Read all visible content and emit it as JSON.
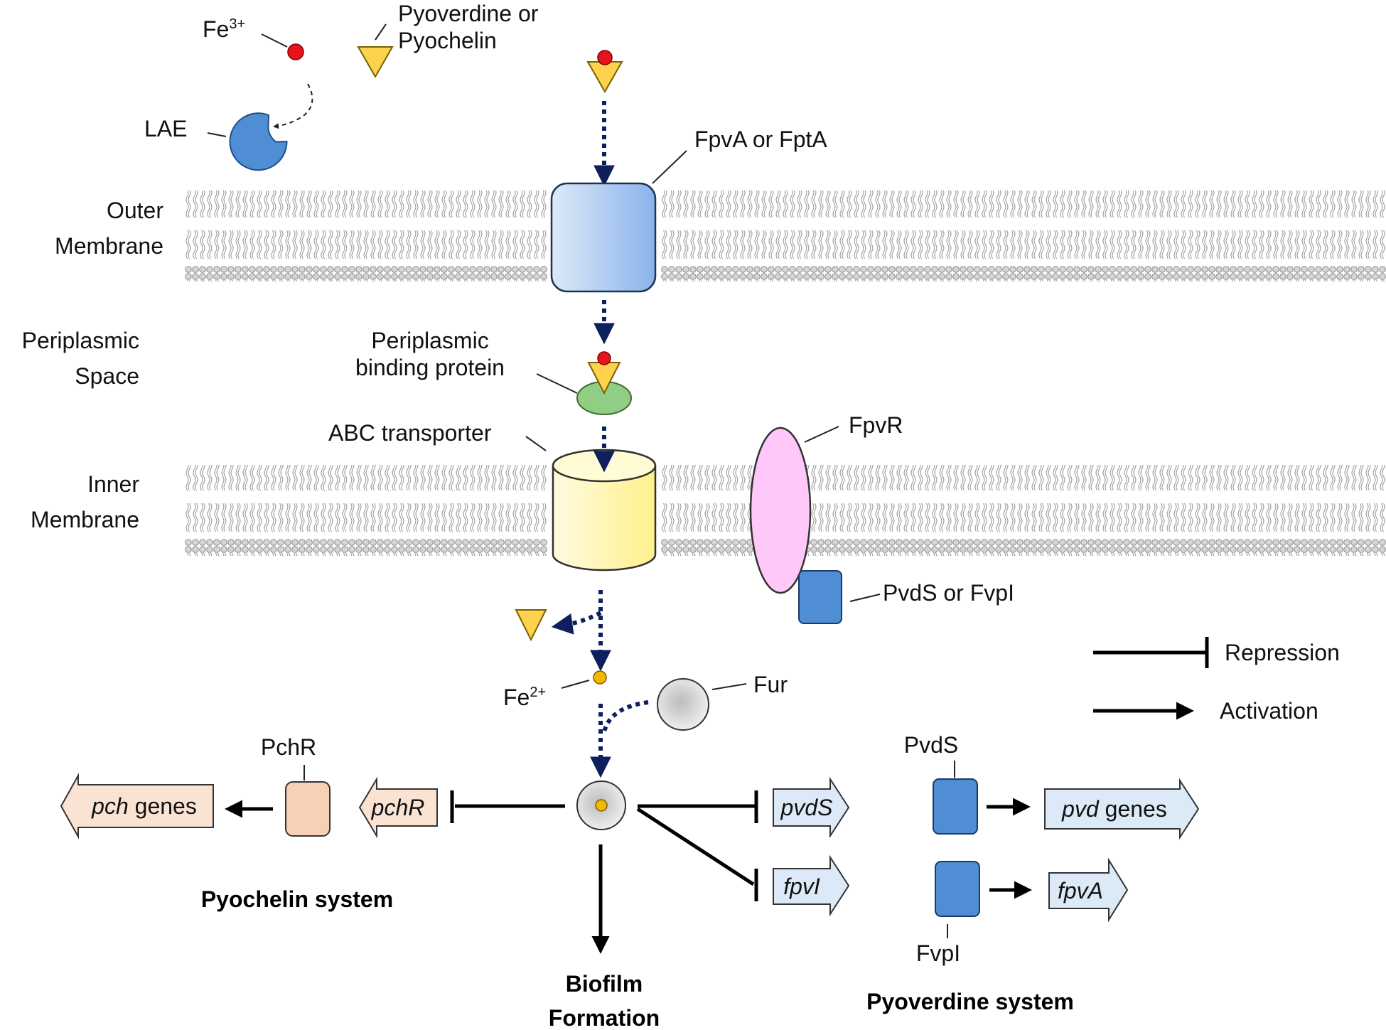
{
  "labels": {
    "fe3_base": "Fe",
    "fe3_sup": "3+",
    "siderophore_line1": "Pyoverdine or",
    "siderophore_line2": "Pyochelin",
    "lae": "LAE",
    "receptor": "FpvA or FptA",
    "outer_membrane_line1": "Outer",
    "outer_membrane_line2": "Membrane",
    "periplasm_line1": "Periplasmic",
    "periplasm_line2": "Space",
    "pbp_line1": "Periplasmic",
    "pbp_line2": "binding protein",
    "abc": "ABC transporter",
    "fpvr": "FpvR",
    "inner_membrane_line1": "Inner",
    "inner_membrane_line2": "Membrane",
    "sigma": "PvdS or FvpI",
    "fe2_base": "Fe",
    "fe2_sup": "2+",
    "fur": "Fur",
    "pchr_protein": "PchR",
    "pch_genes_italic": "pch",
    "pch_genes_rest": " genes",
    "pchr_gene": "pchR",
    "pvds_gene": "pvdS",
    "fpvi_gene": "fpvI",
    "pvds_protein": "PvdS",
    "pvd_genes_italic": "pvd",
    "pvd_genes_rest": " genes",
    "fpvi_protein": "FvpI",
    "fpva_gene": "fpvA",
    "pyochelin_system": "Pyochelin system",
    "biofilm_line1": "Biofilm",
    "biofilm_line2": "Formation",
    "pyoverdine_system": "Pyoverdine system"
  },
  "legend": {
    "repression": "Repression",
    "activation": "Activation"
  },
  "colors": {
    "iron3": "#e8141c",
    "iron2": "#f5b800",
    "siderophore": "#ffd24d",
    "lae": "#4f8ed4",
    "receptor_light": "#dde9f8",
    "receptor_dark": "#8ab3ea",
    "pbp": "#92cd86",
    "abc": "#fff4a0",
    "fpvr": "#ffc8f8",
    "sigma_factor": "#4f8ed4",
    "fur": "#d0d0d0",
    "pch_box": "#f8d0b6",
    "pch_gene": "#fbe3d3",
    "pvd_gene": "#dceaf8",
    "dashed_arrow": "#0d1f5c"
  }
}
